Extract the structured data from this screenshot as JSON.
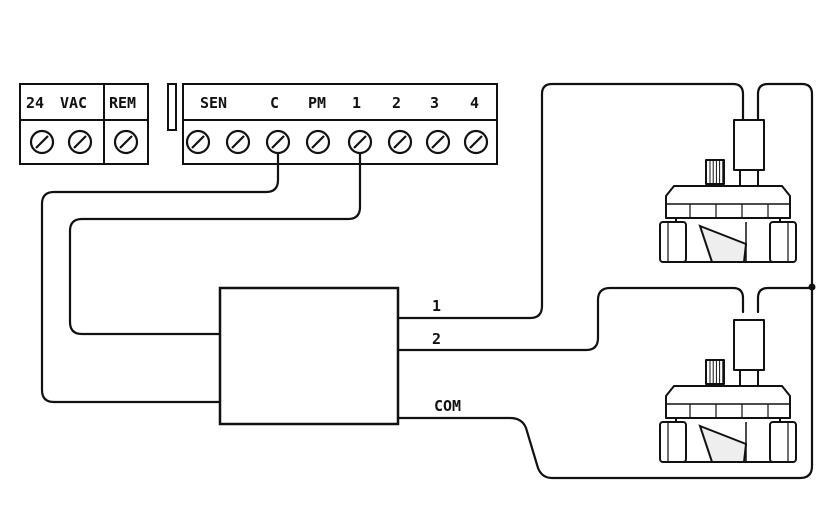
{
  "terminal_block": {
    "left_labels": [
      "24",
      "VAC",
      "REM"
    ],
    "right_labels": [
      "SEN",
      "C",
      "PM",
      "1",
      "2",
      "3",
      "4"
    ]
  },
  "decoder": {
    "wire_labels": [
      "1",
      "2",
      "COM"
    ]
  },
  "colors": {
    "line": "#111111",
    "background": "#ffffff"
  }
}
